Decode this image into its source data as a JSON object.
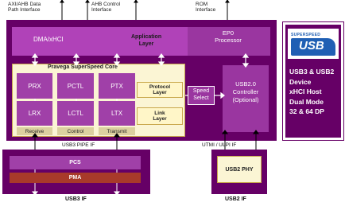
{
  "top_interfaces": {
    "axi_ahb": "AXI/AHB Data\nPath Interface",
    "ahb_control": "AHB Control\nInterface",
    "rom": "ROM\nInterface"
  },
  "blocks": {
    "dma": "DMA/xHCI",
    "application_layer": "Application\nLayer",
    "ep0": "EP0\nProcessor",
    "core_title": "Pravega SuperSpeed Core",
    "prx": "PRX",
    "pctl": "PCTL",
    "ptx": "PTX",
    "protocol_layer": "Protocol\nLayer",
    "lrx": "LRX",
    "lctl": "LCTL",
    "ltx": "LTX",
    "link_layer": "Link\nLayer",
    "receive": "Receive",
    "control": "Control",
    "transmit": "Transmit",
    "speed_select": "Speed\nSelect",
    "usb2_controller": "USB2.0\nController\n(Optional)"
  },
  "interfaces": {
    "usb3_pipe": "USB3 PIPE IF",
    "utmi_ulpi": "UTMI / ULPI IF",
    "usb3_if": "USB3 IF",
    "usb2_if": "USB2 IF"
  },
  "phy": {
    "pcs": "PCS",
    "pma": "PMA",
    "usb2_phy": "USB2 PHY"
  },
  "features": {
    "logo_top": "SUPERSPEED",
    "logo_main": "USB",
    "lines": [
      "USB3 & USB2",
      "Device",
      "xHCI Host",
      "Dual Mode",
      "32 & 64 DP"
    ]
  },
  "colors": {
    "dark_purple": "#660066",
    "mid_purple": "#b042b8",
    "cell_purple": "#a040a8",
    "cream": "#fbf5d4",
    "pma_red": "#a83a2a",
    "logo_blue": "#1f5fb4"
  }
}
